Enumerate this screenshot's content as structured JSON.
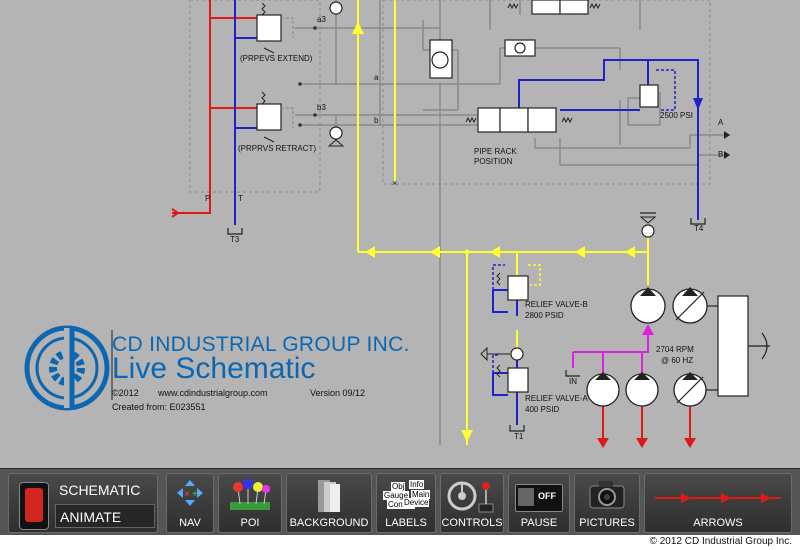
{
  "brand": {
    "company": "CD INDUSTRIAL GROUP INC.",
    "product": "Live Schematic",
    "year": "©2012",
    "website": "www.cdindustrialgroup.com",
    "version": "Version 09/12",
    "created_from": "Created from: E023551"
  },
  "schematic": {
    "labels": {
      "prpvs_extend": "(PRPEVS EXTEND)",
      "prprvs_retract": "(PRPRVS RETRACT)",
      "a3": "a3",
      "b3": "b3",
      "a": "a",
      "b": "b",
      "p": "P",
      "t": "T",
      "t1": "T1",
      "t3": "T3",
      "t4": "T4",
      "pipe_rack_1": "PIPE RACK",
      "pipe_rack_2": "POSITION",
      "psi_2500": "2500 PSI",
      "port_a": "A",
      "port_b": "B",
      "relief_b_1": "RELIEF VALVE-B",
      "relief_b_2": "2800 PSID",
      "relief_a_1": "RELIEF VALVE-A",
      "relief_a_2": "400 PSID",
      "rpm": "2704 RPM",
      "hz": "@ 60 HZ",
      "in": "IN"
    },
    "colors": {
      "supply": "#e01818",
      "return": "#1e22c8",
      "pilot": "#ffff33",
      "magenta": "#e020e0",
      "logo": "#0b67b1"
    }
  },
  "toolbar": {
    "mode_schematic": "SCHEMATIC",
    "mode_animate": "ANIMATE",
    "nav": "NAV",
    "poi": "POI",
    "background": "BACKGROUND",
    "labels": "LABELS",
    "labels_icon_words": [
      "Obj",
      "Info",
      "Gauge",
      "Main",
      "Control",
      "Device"
    ],
    "controls": "CONTROLS",
    "pause": "PAUSE",
    "pause_switch": "OFF",
    "pictures": "PICTURES",
    "arrows": "ARROWS"
  },
  "footer": {
    "copyright": "© 2012 CD Industrial Group Inc."
  }
}
